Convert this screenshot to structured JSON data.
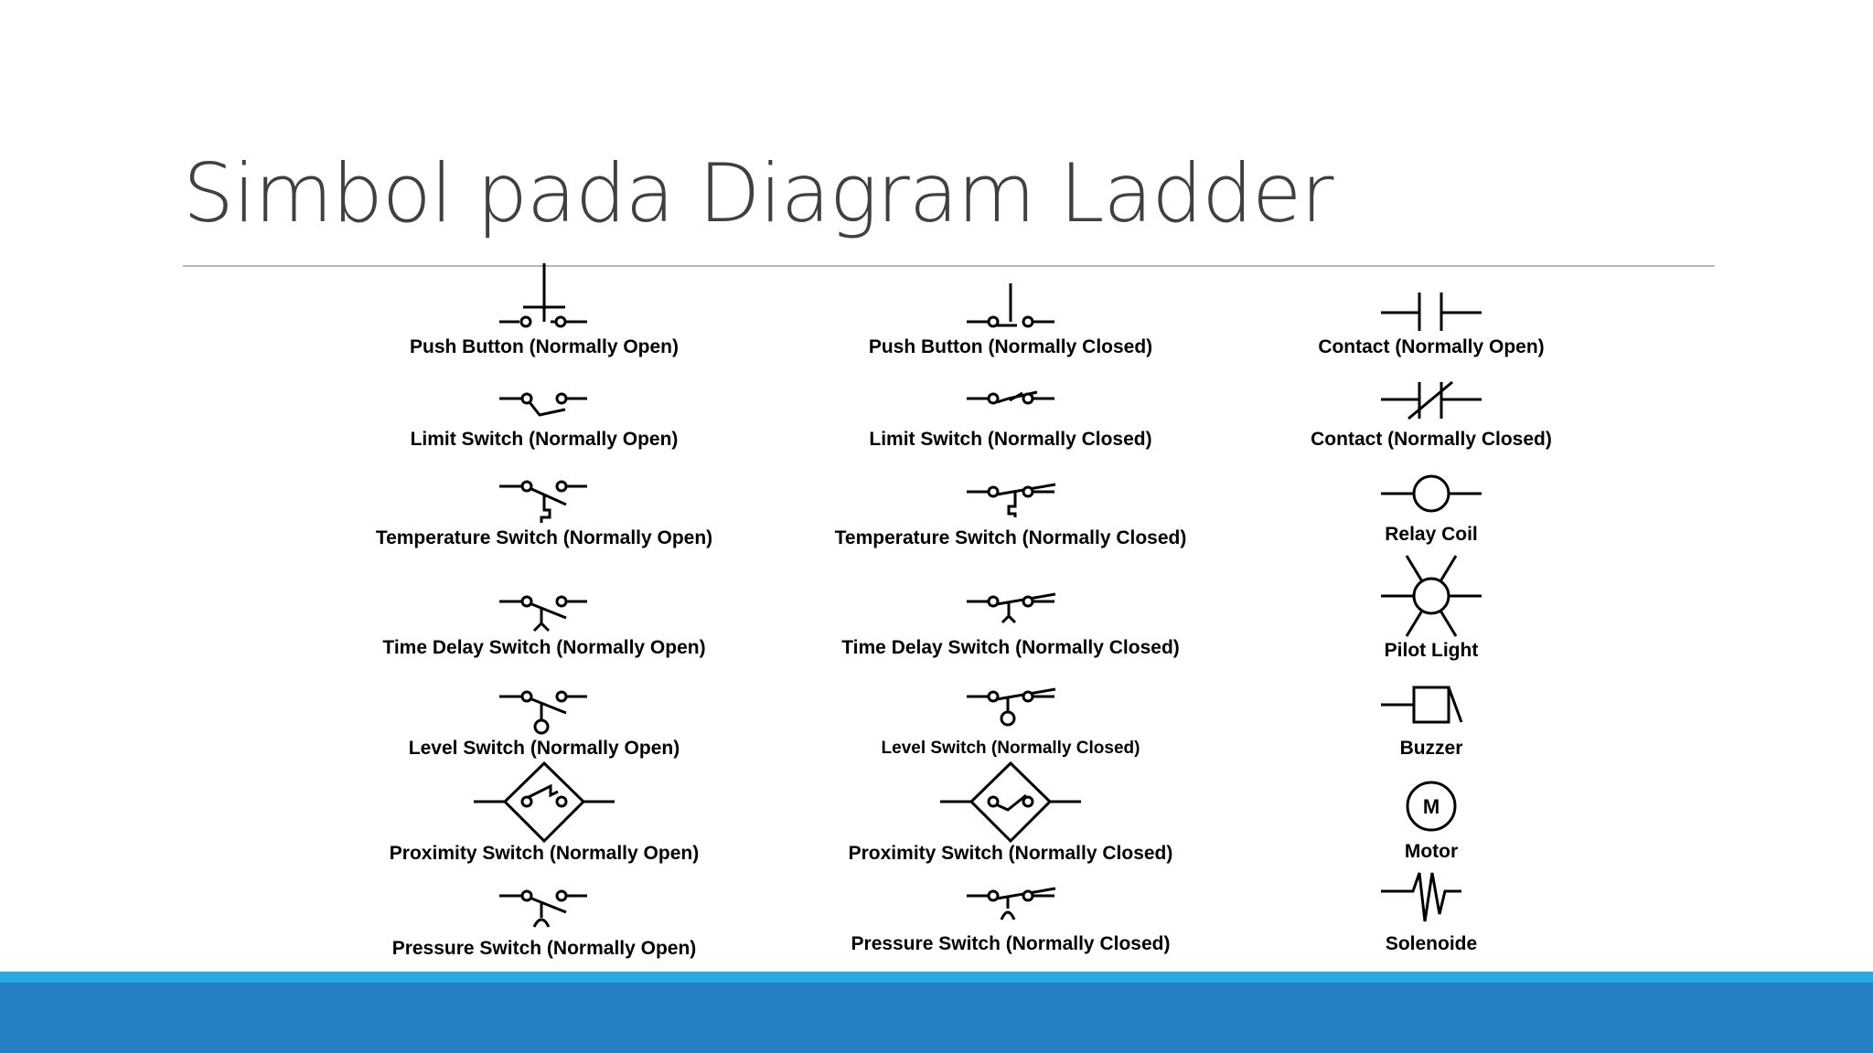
{
  "slide": {
    "title": "Simbol pada Diagram Ladder"
  },
  "symbols": {
    "col1": [
      "Push Button (Normally Open)",
      "Limit Switch (Normally Open)",
      "Temperature Switch (Normally Open)",
      "Time Delay Switch (Normally Open)",
      "Level Switch (Normally Open)",
      "Proximity Switch (Normally Open)",
      "Pressure Switch (Normally Open)"
    ],
    "col2": [
      "Push Button (Normally Closed)",
      "Limit Switch (Normally Closed)",
      "Temperature Switch (Normally Closed)",
      "Time Delay Switch (Normally Closed)",
      "Level Switch (Normally Closed)",
      "Proximity Switch (Normally Closed)",
      "Pressure Switch (Normally Closed)"
    ],
    "col3": [
      "Contact (Normally Open)",
      "Contact (Normally Closed)",
      "Relay Coil",
      "Pilot Light",
      "Buzzer",
      "Motor",
      "Solenoide"
    ],
    "motor_letter": "M"
  },
  "colors": {
    "title": "#404040",
    "rule": "#b7b7b7",
    "band_light": "#28abe3",
    "band_dark": "#2581c4"
  }
}
